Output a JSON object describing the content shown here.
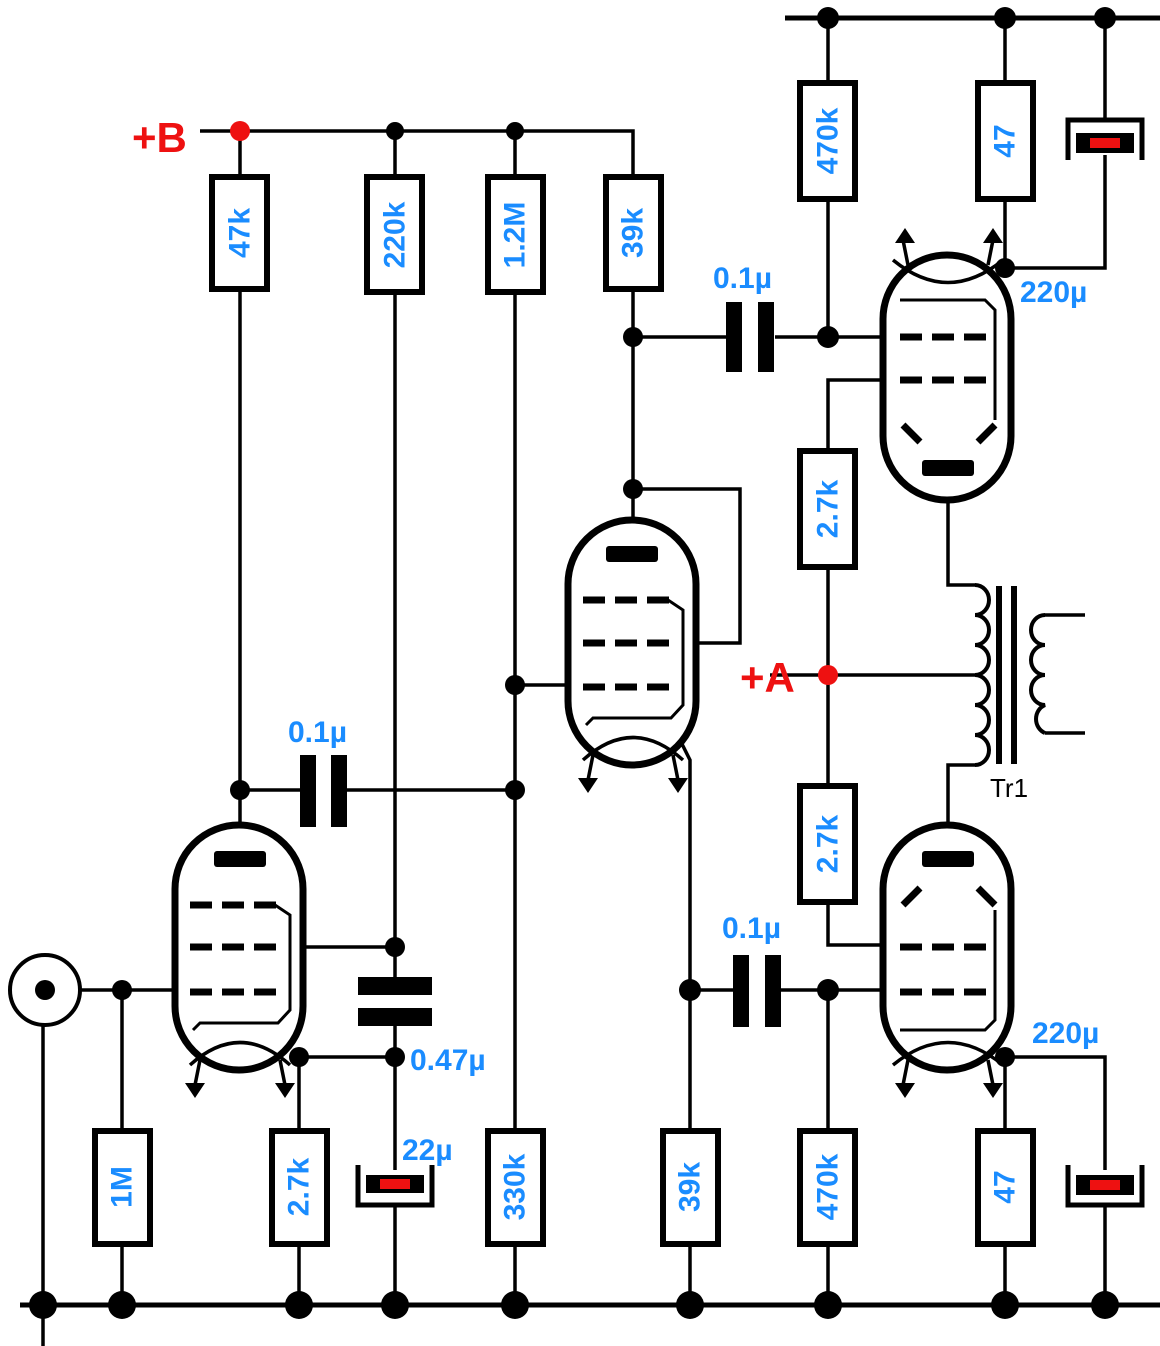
{
  "title": "Push-pull tube amplifier schematic",
  "nodes": {
    "plus_b": "+B",
    "plus_a": "+A"
  },
  "resistors": {
    "r_47k": "47k",
    "r_220k": "220k",
    "r_1_2m": "1.2M",
    "r_39k_top": "39k",
    "r_470k_top": "470k",
    "r_47_top": "47",
    "r_2_7k_upper": "2.7k",
    "r_2_7k_lower": "2.7k",
    "r_1m": "1M",
    "r_2_7k_v1": "2.7k",
    "r_330k": "330k",
    "r_39k_bottom": "39k",
    "r_470k_bottom": "470k",
    "r_47_bottom": "47"
  },
  "capacitors": {
    "c_coupling_v1": "0.1µ",
    "c_coupling_top": "0.1µ",
    "c_coupling_bottom": "0.1µ",
    "c_0_47": "0.47µ",
    "c_22": "22µ",
    "c_220_top": "220µ",
    "c_220_bottom": "220µ"
  },
  "transformer": {
    "label": "Tr1"
  },
  "colors": {
    "label": "#1a8cff",
    "node": "#ee1111"
  }
}
